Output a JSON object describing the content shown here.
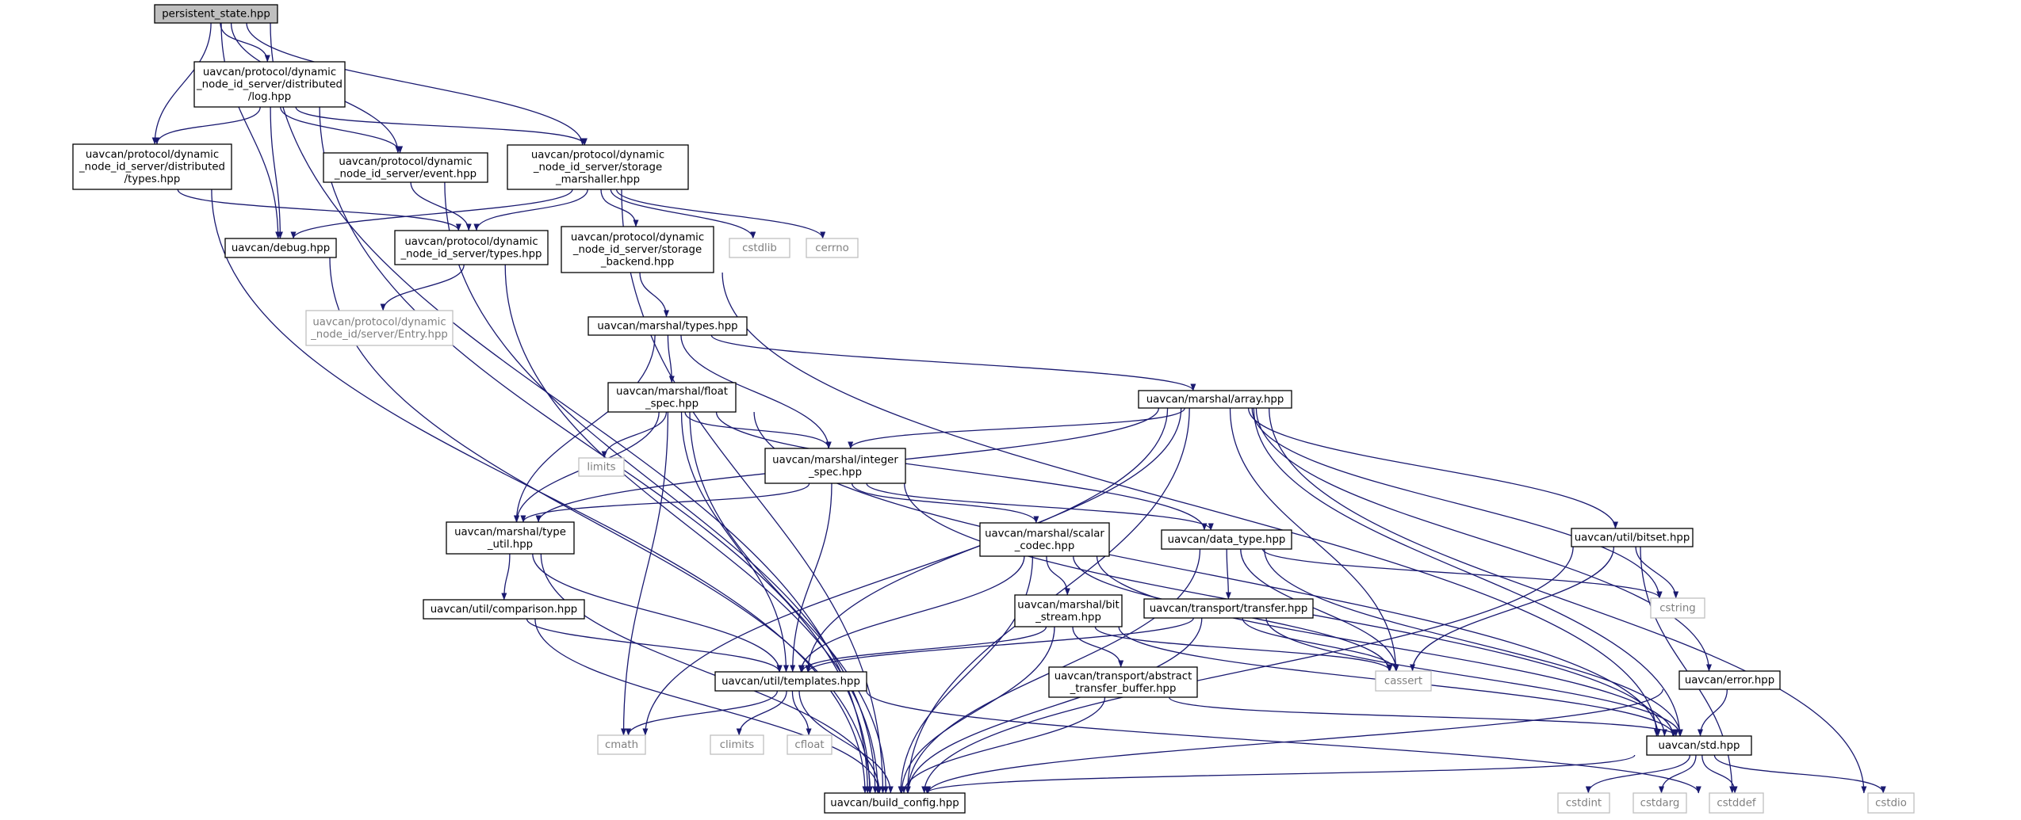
{
  "colors": {
    "edge": "#191970",
    "node_border": "#000000",
    "node_fill": "#ffffff",
    "root_fill": "#bfbfbf",
    "system_border": "#bfbfbf",
    "system_text": "#7f7f7f",
    "text": "#000000"
  },
  "nodes": [
    {
      "id": "ps",
      "lines": [
        "persistent_state.hpp"
      ],
      "kind": "root"
    },
    {
      "id": "log",
      "lines": [
        "uavcan/protocol/dynamic",
        "_node_id_server/distributed",
        "/log.hpp"
      ],
      "kind": "file"
    },
    {
      "id": "dtypes",
      "lines": [
        "uavcan/protocol/dynamic",
        "_node_id_server/distributed",
        "/types.hpp"
      ],
      "kind": "file"
    },
    {
      "id": "event",
      "lines": [
        "uavcan/protocol/dynamic",
        "_node_id_server/event.hpp"
      ],
      "kind": "file"
    },
    {
      "id": "smarsh",
      "lines": [
        "uavcan/protocol/dynamic",
        "_node_id_server/storage",
        "_marshaller.hpp"
      ],
      "kind": "file"
    },
    {
      "id": "debug",
      "lines": [
        "uavcan/debug.hpp"
      ],
      "kind": "file"
    },
    {
      "id": "stypes",
      "lines": [
        "uavcan/protocol/dynamic",
        "_node_id_server/types.hpp"
      ],
      "kind": "file"
    },
    {
      "id": "entry",
      "lines": [
        "uavcan/protocol/dynamic",
        "_node_id/server/Entry.hpp"
      ],
      "kind": "system"
    },
    {
      "id": "sbackend",
      "lines": [
        "uavcan/protocol/dynamic",
        "_node_id_server/storage",
        "_backend.hpp"
      ],
      "kind": "file"
    },
    {
      "id": "cstdlib",
      "lines": [
        "cstdlib"
      ],
      "kind": "system"
    },
    {
      "id": "cerrno",
      "lines": [
        "cerrno"
      ],
      "kind": "system"
    },
    {
      "id": "mtypes",
      "lines": [
        "uavcan/marshal/types.hpp"
      ],
      "kind": "file"
    },
    {
      "id": "float",
      "lines": [
        "uavcan/marshal/float",
        "_spec.hpp"
      ],
      "kind": "file"
    },
    {
      "id": "array",
      "lines": [
        "uavcan/marshal/array.hpp"
      ],
      "kind": "file"
    },
    {
      "id": "limits",
      "lines": [
        "limits"
      ],
      "kind": "system"
    },
    {
      "id": "integer",
      "lines": [
        "uavcan/marshal/integer",
        "_spec.hpp"
      ],
      "kind": "file"
    },
    {
      "id": "typeutil",
      "lines": [
        "uavcan/marshal/type",
        "_util.hpp"
      ],
      "kind": "file"
    },
    {
      "id": "scalar",
      "lines": [
        "uavcan/marshal/scalar",
        "_codec.hpp"
      ],
      "kind": "file"
    },
    {
      "id": "datatype",
      "lines": [
        "uavcan/data_type.hpp"
      ],
      "kind": "file"
    },
    {
      "id": "bitset",
      "lines": [
        "uavcan/util/bitset.hpp"
      ],
      "kind": "file"
    },
    {
      "id": "cstring",
      "lines": [
        "cstring"
      ],
      "kind": "system"
    },
    {
      "id": "comparison",
      "lines": [
        "uavcan/util/comparison.hpp"
      ],
      "kind": "file"
    },
    {
      "id": "bitstream",
      "lines": [
        "uavcan/marshal/bit",
        "_stream.hpp"
      ],
      "kind": "file"
    },
    {
      "id": "transfer",
      "lines": [
        "uavcan/transport/transfer.hpp"
      ],
      "kind": "file"
    },
    {
      "id": "templates",
      "lines": [
        "uavcan/util/templates.hpp"
      ],
      "kind": "file"
    },
    {
      "id": "atb",
      "lines": [
        "uavcan/transport/abstract",
        "_transfer_buffer.hpp"
      ],
      "kind": "file"
    },
    {
      "id": "cassert",
      "lines": [
        "cassert"
      ],
      "kind": "system"
    },
    {
      "id": "error",
      "lines": [
        "uavcan/error.hpp"
      ],
      "kind": "file"
    },
    {
      "id": "cmath",
      "lines": [
        "cmath"
      ],
      "kind": "system"
    },
    {
      "id": "climits",
      "lines": [
        "climits"
      ],
      "kind": "system"
    },
    {
      "id": "cfloat",
      "lines": [
        "cfloat"
      ],
      "kind": "system"
    },
    {
      "id": "std",
      "lines": [
        "uavcan/std.hpp"
      ],
      "kind": "file"
    },
    {
      "id": "build",
      "lines": [
        "uavcan/build_config.hpp"
      ],
      "kind": "file"
    },
    {
      "id": "cstdint",
      "lines": [
        "cstdint"
      ],
      "kind": "system"
    },
    {
      "id": "cstdarg",
      "lines": [
        "cstdarg"
      ],
      "kind": "system"
    },
    {
      "id": "cstddef",
      "lines": [
        "cstddef"
      ],
      "kind": "system"
    },
    {
      "id": "cstdio",
      "lines": [
        "cstdio"
      ],
      "kind": "system"
    }
  ],
  "edges": [
    [
      "ps",
      "log"
    ],
    [
      "ps",
      "dtypes"
    ],
    [
      "ps",
      "event"
    ],
    [
      "ps",
      "smarsh"
    ],
    [
      "ps",
      "debug"
    ],
    [
      "ps",
      "build"
    ],
    [
      "log",
      "dtypes"
    ],
    [
      "log",
      "event"
    ],
    [
      "log",
      "smarsh"
    ],
    [
      "log",
      "debug"
    ],
    [
      "log",
      "build"
    ],
    [
      "dtypes",
      "stypes"
    ],
    [
      "dtypes",
      "build"
    ],
    [
      "event",
      "stypes"
    ],
    [
      "event",
      "build"
    ],
    [
      "smarsh",
      "debug"
    ],
    [
      "smarsh",
      "stypes"
    ],
    [
      "smarsh",
      "sbackend"
    ],
    [
      "smarsh",
      "cstdlib"
    ],
    [
      "smarsh",
      "cerrno"
    ],
    [
      "smarsh",
      "build"
    ],
    [
      "debug",
      "build"
    ],
    [
      "stypes",
      "entry"
    ],
    [
      "stypes",
      "build"
    ],
    [
      "sbackend",
      "mtypes"
    ],
    [
      "sbackend",
      "std"
    ],
    [
      "mtypes",
      "float"
    ],
    [
      "mtypes",
      "array"
    ],
    [
      "mtypes",
      "integer"
    ],
    [
      "mtypes",
      "typeutil"
    ],
    [
      "float",
      "limits"
    ],
    [
      "float",
      "integer"
    ],
    [
      "float",
      "typeutil"
    ],
    [
      "float",
      "datatype"
    ],
    [
      "float",
      "cmath"
    ],
    [
      "float",
      "templates"
    ],
    [
      "float",
      "std"
    ],
    [
      "float",
      "build"
    ],
    [
      "array",
      "integer"
    ],
    [
      "array",
      "typeutil"
    ],
    [
      "array",
      "bitset"
    ],
    [
      "array",
      "cstring"
    ],
    [
      "array",
      "error"
    ],
    [
      "array",
      "cassert"
    ],
    [
      "array",
      "cmath"
    ],
    [
      "array",
      "templates"
    ],
    [
      "array",
      "std"
    ],
    [
      "array",
      "cstdio"
    ],
    [
      "array",
      "build"
    ],
    [
      "integer",
      "typeutil"
    ],
    [
      "integer",
      "scalar"
    ],
    [
      "integer",
      "datatype"
    ],
    [
      "integer",
      "templates"
    ],
    [
      "integer",
      "std"
    ],
    [
      "typeutil",
      "comparison"
    ],
    [
      "typeutil",
      "templates"
    ],
    [
      "typeutil",
      "build"
    ],
    [
      "scalar",
      "bitstream"
    ],
    [
      "scalar",
      "templates"
    ],
    [
      "scalar",
      "cassert"
    ],
    [
      "scalar",
      "std"
    ],
    [
      "scalar",
      "build"
    ],
    [
      "datatype",
      "transfer"
    ],
    [
      "datatype",
      "cstring"
    ],
    [
      "datatype",
      "cassert"
    ],
    [
      "datatype",
      "std"
    ],
    [
      "datatype",
      "build"
    ],
    [
      "bitset",
      "cstring"
    ],
    [
      "bitset",
      "cassert"
    ],
    [
      "bitset",
      "cstddef"
    ],
    [
      "bitset",
      "build"
    ],
    [
      "comparison",
      "templates"
    ],
    [
      "comparison",
      "build"
    ],
    [
      "bitstream",
      "atb"
    ],
    [
      "bitstream",
      "templates"
    ],
    [
      "bitstream",
      "cassert"
    ],
    [
      "bitstream",
      "std"
    ],
    [
      "bitstream",
      "build"
    ],
    [
      "transfer",
      "templates"
    ],
    [
      "transfer",
      "cassert"
    ],
    [
      "transfer",
      "std"
    ],
    [
      "transfer",
      "build"
    ],
    [
      "templates",
      "cmath"
    ],
    [
      "templates",
      "climits"
    ],
    [
      "templates",
      "cfloat"
    ],
    [
      "templates",
      "cstddef"
    ],
    [
      "templates",
      "build"
    ],
    [
      "atb",
      "std"
    ],
    [
      "atb",
      "build"
    ],
    [
      "error",
      "std"
    ],
    [
      "error",
      "build"
    ],
    [
      "std",
      "cstdint"
    ],
    [
      "std",
      "cstdarg"
    ],
    [
      "std",
      "cstddef"
    ],
    [
      "std",
      "cstdio"
    ],
    [
      "std",
      "build"
    ]
  ]
}
